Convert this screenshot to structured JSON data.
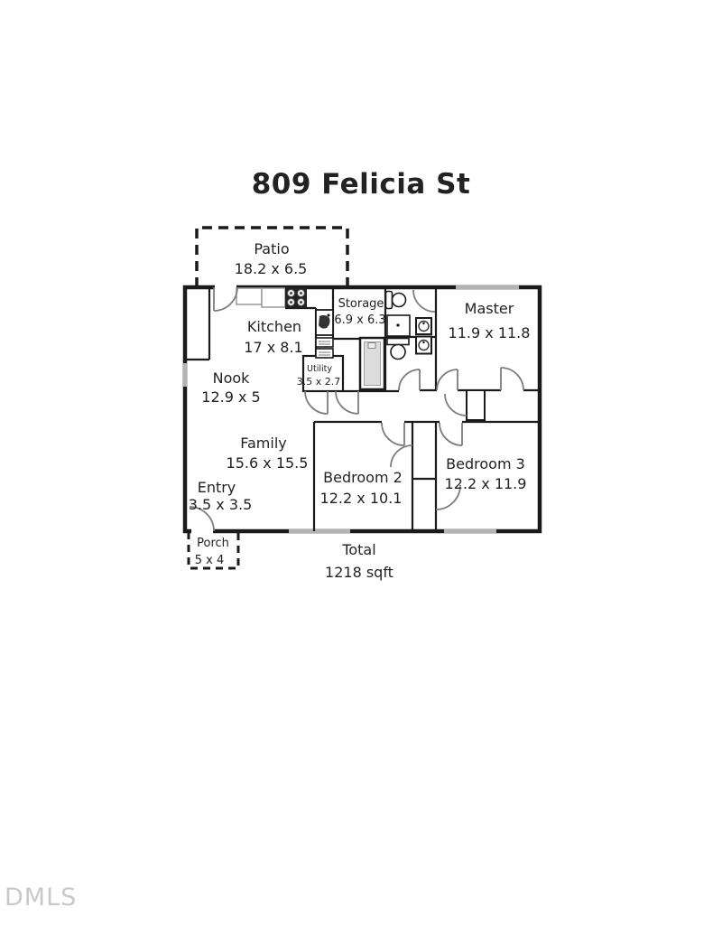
{
  "page": {
    "title": "809 Felicia St",
    "watermark": "DMLS"
  },
  "colors": {
    "wall": "#1a1a1a",
    "door_arc": "#7d7d7d",
    "window": "#b3b3b3",
    "fixture_fill": "#d9d9d9",
    "watermark": "#c9c9c9"
  },
  "floor_plan": {
    "outdoor": {
      "patio": {
        "name": "Patio",
        "dims": "18.2 x 6.5"
      },
      "porch": {
        "name": "Porch",
        "dims": "5 x 4"
      }
    },
    "rooms": [
      {
        "id": "kitchen",
        "name": "Kitchen",
        "dims": "17 x 8.1"
      },
      {
        "id": "storage",
        "name": "Storage",
        "dims": "6.9 x 6.3"
      },
      {
        "id": "master",
        "name": "Master",
        "dims": "11.9 x 11.8"
      },
      {
        "id": "nook",
        "name": "Nook",
        "dims": "12.9 x 5"
      },
      {
        "id": "utility",
        "name": "Utility",
        "dims": "3.5 x 2.7"
      },
      {
        "id": "family",
        "name": "Family",
        "dims": "15.6 x 15.5"
      },
      {
        "id": "entry",
        "name": "Entry",
        "dims": "3.5 x 3.5"
      },
      {
        "id": "bedroom2",
        "name": "Bedroom 2",
        "dims": "12.2 x 10.1"
      },
      {
        "id": "bedroom3",
        "name": "Bedroom 3",
        "dims": "12.2 x 11.9"
      }
    ],
    "total": {
      "label": "Total",
      "value": "1218 sqft"
    },
    "fixtures": [
      "stove-icon",
      "kitchen-counter",
      "kitchen-sink-icon",
      "laundry-stack-icon",
      "shower-icon",
      "toilet-icon",
      "toilet-icon",
      "vanity-icon",
      "bathroom-sink-icon",
      "bathroom-sink-icon"
    ]
  }
}
